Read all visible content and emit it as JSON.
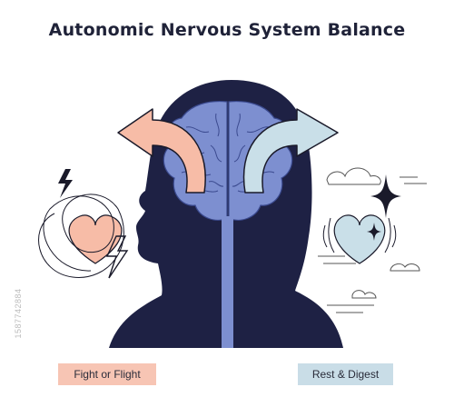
{
  "title": "Autonomic Nervous System Balance",
  "labels": {
    "sympathetic": "Fight or Flight",
    "parasympathetic": "Rest & Digest"
  },
  "side_id": "1587742884",
  "colors": {
    "head": "#1e2144",
    "brain": "#7d8fd0",
    "brain_line": "#3b4a8f",
    "spine": "#7d8fd0",
    "warm": "#f7bca7",
    "cool": "#c9dfe8",
    "outline": "#1a1a2a"
  },
  "icons": [
    "head-silhouette-icon",
    "brain-icon",
    "spine-icon",
    "arrow-left-icon",
    "arrow-right-icon",
    "heart-warm-icon",
    "heart-cool-icon",
    "lightning-icon",
    "sparkle-icon",
    "cloud-icon"
  ]
}
